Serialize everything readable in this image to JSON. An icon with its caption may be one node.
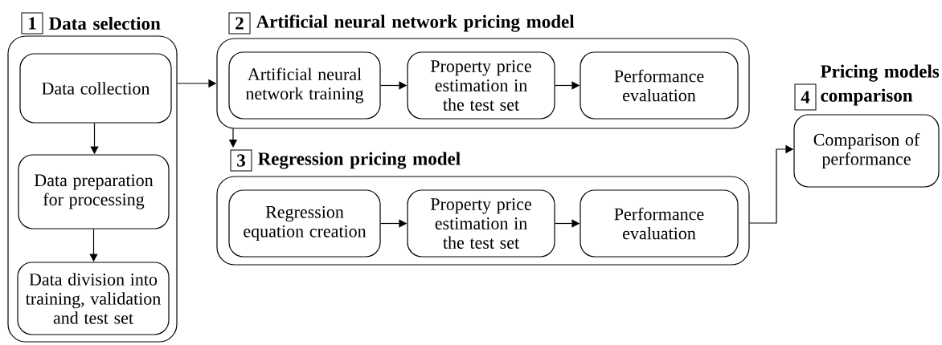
{
  "diagram": {
    "nodes": [
      {
        "text": [
          "1",
          "Data selection"
        ]
      },
      {
        "text": [
          "Data collection"
        ],
        "in": 0
      },
      {
        "text": [
          "Data preparation for processing"
        ],
        "in": 0
      },
      {
        "text": [
          "Data division into training, validation and test set"
        ],
        "in": 0
      },
      {
        "text": [
          "2",
          "Artificial neural network pricing model"
        ]
      },
      {
        "text": [
          "Artificial neural network training"
        ],
        "in": 4
      },
      {
        "text": [
          "Property price estimation in the test set"
        ],
        "in": 4
      },
      {
        "text": [
          "Performance evaluation"
        ],
        "in": 4
      },
      {
        "text": [
          "3",
          "Regression pricing model"
        ]
      },
      {
        "text": [
          "Regression equation creation"
        ],
        "in": 8
      },
      {
        "text": [
          "Property price estimation in the test set"
        ],
        "in": 8
      },
      {
        "text": [
          "Performance evaluation"
        ],
        "in": 8
      },
      {
        "text": [
          "4",
          "Pricing models comparison",
          "Comparison of performance"
        ]
      }
    ],
    "edges": [
      {
        "from": 1,
        "to": 2,
        "arrow": "to"
      },
      {
        "from": 2,
        "to": 3,
        "arrow": "to"
      },
      {
        "from": 0,
        "to": 4,
        "arrow": "to"
      },
      {
        "from": 5,
        "to": 6,
        "arrow": "to"
      },
      {
        "from": 6,
        "to": 7,
        "arrow": "to"
      },
      {
        "from": 4,
        "to": 8,
        "arrow": "to"
      },
      {
        "from": 9,
        "to": 10,
        "arrow": "to"
      },
      {
        "from": 10,
        "to": 11,
        "arrow": "to"
      },
      {
        "from": 8,
        "to": 12,
        "arrow": "to"
      }
    ]
  }
}
